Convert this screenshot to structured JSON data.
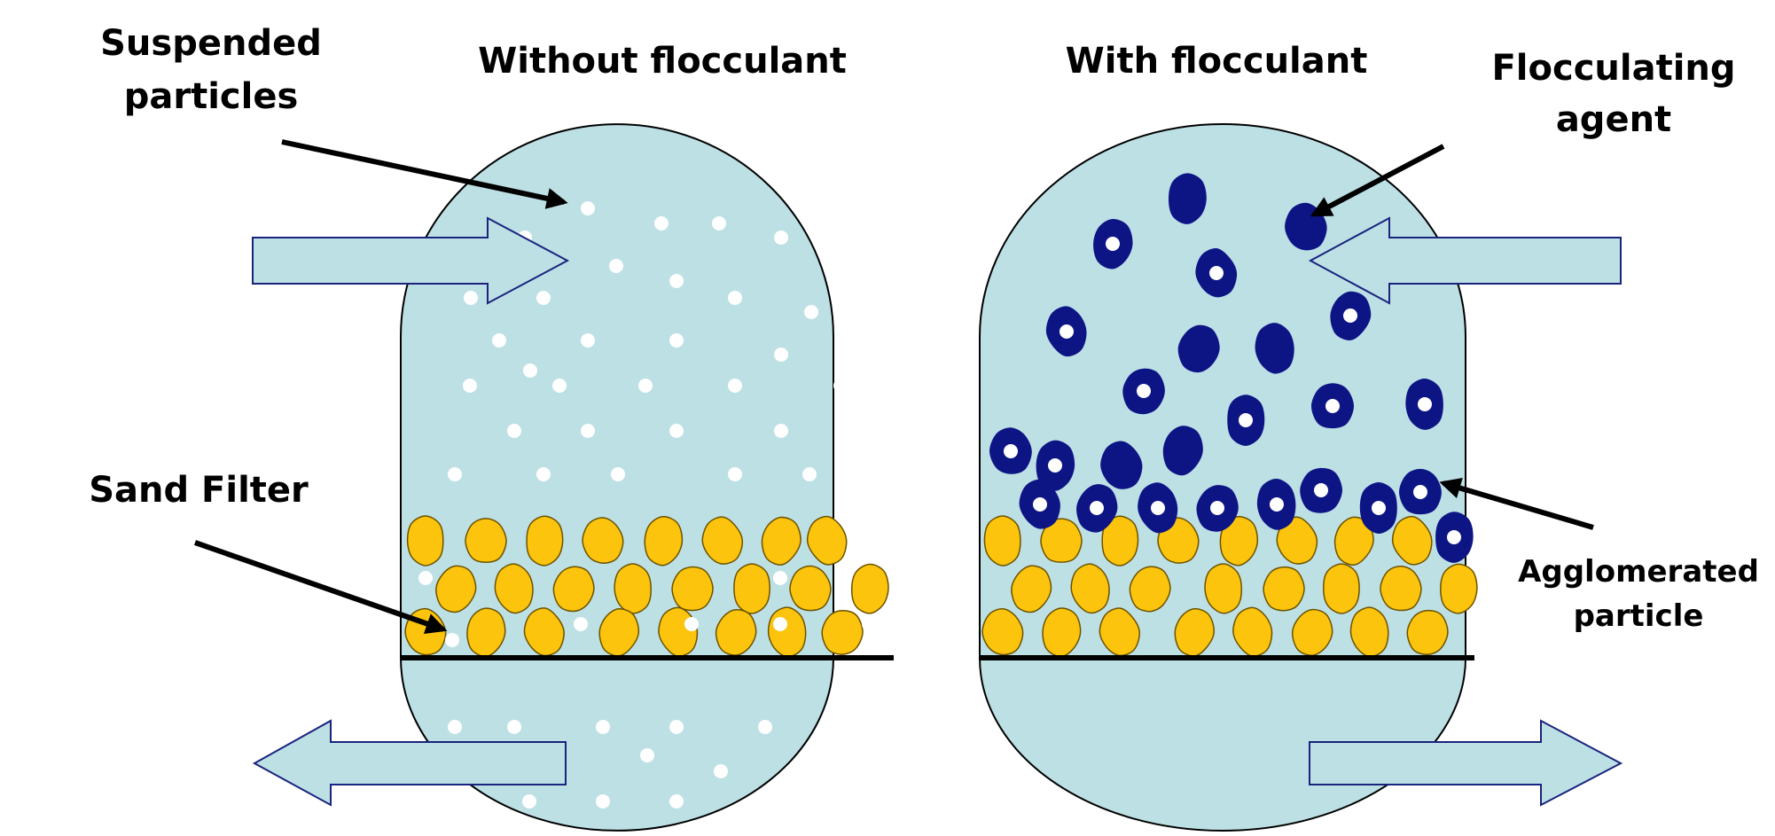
{
  "titles": {
    "left": "Without flocculant",
    "right": "With flocculant"
  },
  "labels": {
    "suspended_line1": "Suspended",
    "suspended_line2": "particles",
    "sand_filter": "Sand Filter",
    "flocculating_line1": "Flocculating",
    "flocculating_line2": "agent",
    "agglomerated_line1": "Agglomerated",
    "agglomerated_line2": "particle"
  },
  "colors": {
    "tank_fill": "#bde0e5",
    "tank_stroke": "#000000",
    "particle": "#ffffff",
    "sand": "#fcc40c",
    "sand_stroke": "#6b5200",
    "flocculant": "#0d1585",
    "flow_arrow_fill": "#bde0e5",
    "flow_arrow_stroke": "#1a237e",
    "pointer_arrow": "#000000",
    "filter_line": "#000000"
  }
}
